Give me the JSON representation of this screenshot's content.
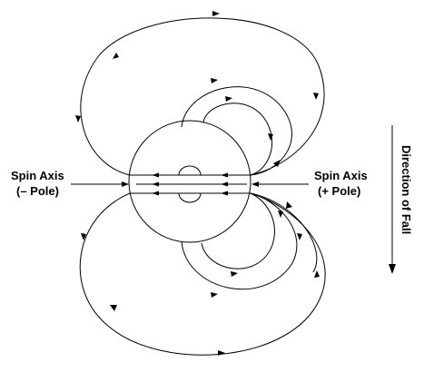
{
  "labels": {
    "left_line1": "Spin Axis",
    "left_line2": "(– Pole)",
    "right_line1": "Spin Axis",
    "right_line2": "(+ Pole)",
    "direction": "Direction of Fall"
  },
  "colors": {
    "stroke": "#000000",
    "background": "#ffffff"
  }
}
